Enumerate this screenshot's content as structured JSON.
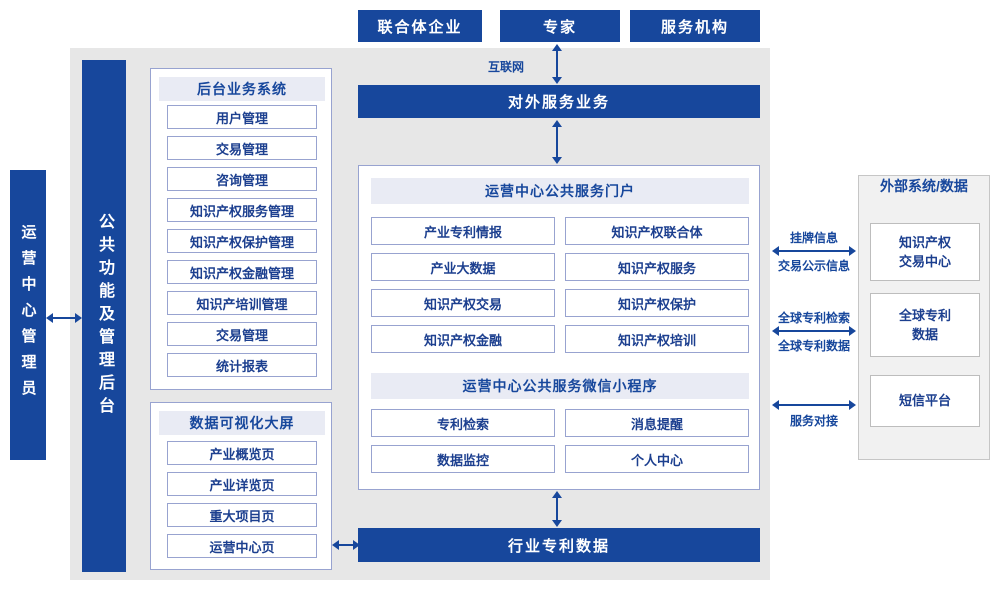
{
  "colors": {
    "primary": "#17479c",
    "panel_bg": "#e7e7e7",
    "header_bg": "#e9ebf4",
    "item_border": "#98a3d0"
  },
  "top_nodes": [
    {
      "label": "联合体企业"
    },
    {
      "label": "专家"
    },
    {
      "label": "服务机构"
    }
  ],
  "internet_label": "互联网",
  "external_service_bar": "对外服务业务",
  "left_rail": {
    "admin_label": "运营中心管理员",
    "backend_label": "公共功能及管理后台"
  },
  "backend_system": {
    "title": "后台业务系统",
    "items": [
      "用户管理",
      "交易管理",
      "咨询管理",
      "知识产权服务管理",
      "知识产权保护管理",
      "知识产权金融管理",
      "知识产培训管理",
      "交易管理",
      "统计报表"
    ]
  },
  "visualization": {
    "title": "数据可视化大屏",
    "items": [
      "产业概览页",
      "产业详览页",
      "重大项目页",
      "运营中心页"
    ]
  },
  "portal": {
    "title": "运营中心公共服务门户",
    "items": [
      "产业专利情报",
      "知识产权联合体",
      "产业大数据",
      "知识产权服务",
      "知识产权交易",
      "知识产权保护",
      "知识产权金融",
      "知识产权培训"
    ]
  },
  "miniprogram": {
    "title": "运营中心公共服务微信小程序",
    "items": [
      "专利检索",
      "消息提醒",
      "数据监控",
      "个人中心"
    ]
  },
  "industry_data_bar": "行业专利数据",
  "external_systems": {
    "title": "外部系统/数据",
    "items": [
      {
        "lines": [
          "知识产权",
          "交易中心"
        ]
      },
      {
        "lines": [
          "全球专利",
          "数据"
        ]
      },
      {
        "lines": [
          "短信平台"
        ]
      }
    ]
  },
  "links": [
    {
      "top_label": "挂牌信息",
      "bottom_label": "交易公示信息"
    },
    {
      "top_label": "全球专利检索",
      "bottom_label": "全球专利数据"
    },
    {
      "top_label": "",
      "bottom_label": "服务对接"
    }
  ]
}
